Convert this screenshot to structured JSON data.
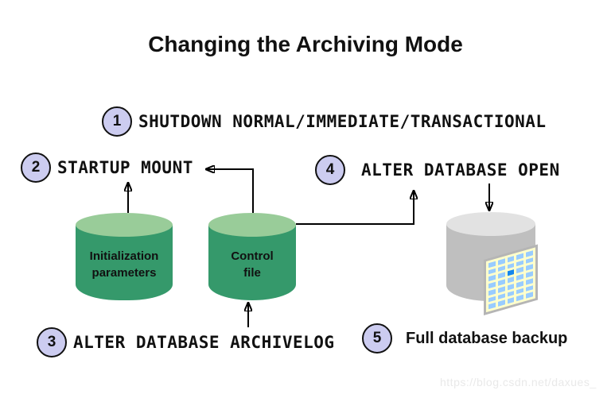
{
  "title": "Changing the Archiving Mode",
  "steps": [
    {
      "num": "1",
      "command": "SHUTDOWN NORMAL/IMMEDIATE/TRANSACTIONAL"
    },
    {
      "num": "2",
      "command": "STARTUP MOUNT"
    },
    {
      "num": "3",
      "command": "ALTER DATABASE ARCHIVELOG"
    },
    {
      "num": "4",
      "command": "ALTER DATABASE OPEN"
    },
    {
      "num": "5",
      "command": "Full database backup"
    }
  ],
  "cylinders": [
    {
      "id": "initialization-parameters",
      "label_line1": "Initialization",
      "label_line2": "parameters"
    },
    {
      "id": "control-file",
      "label_line1": "Control",
      "label_line2": "file"
    },
    {
      "id": "database-backup"
    }
  ],
  "backup_sheet": {
    "rows": 7,
    "cols": 5,
    "highlight_row": 3,
    "highlight_col": 3
  },
  "colors": {
    "cylinder_body_green": "#35996b",
    "cylinder_top_green": "#99cc99",
    "cylinder_body_gray": "#bfbfbf",
    "cylinder_top_gray": "#e2e2e2",
    "step_badge_fill": "#ccccf0",
    "sheet_frame": "#b5b5b5",
    "sheet_fill": "#ffffcc",
    "sheet_cell": "#99ccff",
    "sheet_cell_highlight": "#1486ec",
    "arrow": "#000000"
  },
  "watermark": "https://blog.csdn.net/daxues_"
}
